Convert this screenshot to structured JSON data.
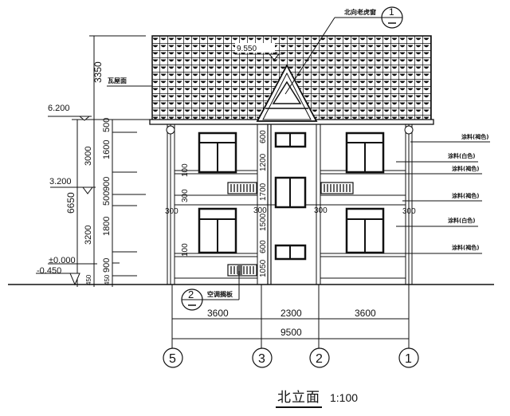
{
  "drawing": {
    "title": "北立面",
    "scale": "1:100",
    "colors": {
      "line": "#111111",
      "background": "#ffffff"
    }
  },
  "elevations": {
    "roof_eave": "6.200",
    "second_floor": "3.200",
    "ground": "±0.000",
    "outdoor": "-0.450",
    "ridge": "9.550"
  },
  "left_dimensions": {
    "total": "6650",
    "roof": "3350",
    "floor_heights": [
      "3000",
      "3200",
      "450"
    ],
    "detail": [
      "500",
      "1600",
      "900",
      "500",
      "1800",
      "900",
      "450"
    ]
  },
  "middle_dimensions": [
    "600",
    "1200",
    "1700",
    "1500",
    "600",
    "1050"
  ],
  "facade_dimensions": [
    "100",
    "300",
    "300",
    "300",
    "300",
    "100"
  ],
  "bottom_dimensions": {
    "spans": [
      "3600",
      "2300",
      "3600"
    ],
    "total": "9500"
  },
  "axes": [
    "5",
    "3",
    "2",
    "1"
  ],
  "annotations": {
    "roof": "瓦屋面",
    "dormer": "北向老虎窗",
    "dormer_ref": {
      "num": "1",
      "sheet": "—"
    },
    "ac_shelf": "空调搁板",
    "ac_ref": {
      "num": "2",
      "sheet": "—"
    },
    "finishes": [
      "涂料(褐色)",
      "涂料(白色)",
      "涂料(褐色)",
      "涂料(褐色)",
      "涂料(白色)",
      "涂料(褐色)"
    ]
  }
}
